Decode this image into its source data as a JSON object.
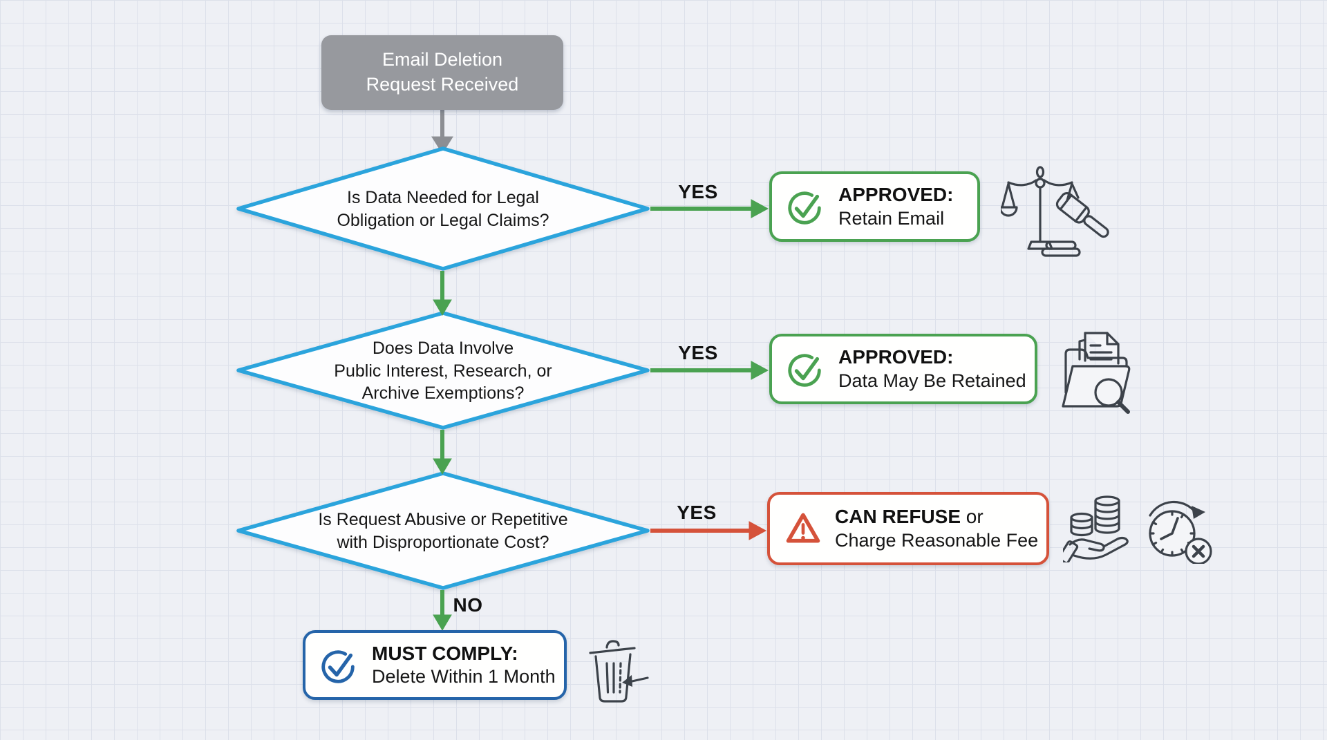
{
  "start": {
    "line1": "Email Deletion",
    "line2": "Request Received"
  },
  "decision1": {
    "line1": "Is Data Needed for Legal",
    "line2": "Obligation or Legal Claims?"
  },
  "decision2": {
    "line1": "Does Data Involve",
    "line2": "Public Interest, Research, or",
    "line3": "Archive Exemptions?"
  },
  "decision3": {
    "line1": "Is Request Abusive or Repetitive",
    "line2": "with Disproportionate Cost?"
  },
  "edges": {
    "yes1": "YES",
    "yes2": "YES",
    "yes3": "YES",
    "no": "NO"
  },
  "outcome_retain": {
    "title": "APPROVED:",
    "subtitle": "Retain Email"
  },
  "outcome_data": {
    "title": "APPROVED:",
    "subtitle": "Data May Be Retained"
  },
  "outcome_refuse": {
    "title_bold": "CAN REFUSE",
    "title_rest": " or",
    "subtitle": "Charge Reasonable Fee"
  },
  "outcome_comply": {
    "title": "MUST COMPLY:",
    "subtitle": "Delete Within 1 Month"
  },
  "icons": {
    "retain": "scales-and-gavel-icon",
    "data": "folder-document-magnifier-icon",
    "refuse_fee": "coins-in-hand-icon",
    "refuse_time": "clock-deadline-cancel-icon",
    "comply": "trash-delete-icon"
  },
  "colors": {
    "decision_border": "#2ba4dc",
    "approve_green": "#4aa251",
    "refuse_red": "#d5523a",
    "comply_blue": "#2564a9",
    "start_gray": "#97999e",
    "icon_stroke": "#3c424a",
    "background": "#eef0f5",
    "grid_line": "#dce0ea"
  }
}
